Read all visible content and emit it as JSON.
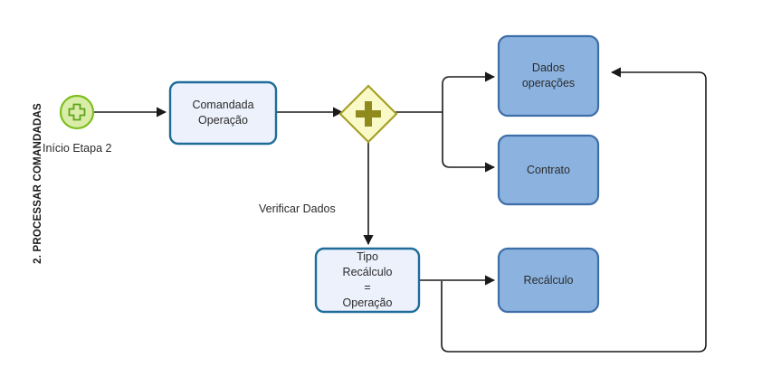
{
  "lane": {
    "title": "2. PROCESSAR COMANDADAS"
  },
  "colors": {
    "task_fill": "#EDF1FC",
    "task_border": "#1F6C99",
    "data_fill": "#8CB3E0",
    "data_border": "#3E6EA8",
    "gateway_fill": "#FAFAC8",
    "gateway_border": "#A6A028",
    "start_fill": "#D9EDA8",
    "start_border": "#7DBE1E",
    "connector": "#1a1a1a",
    "text": "#2b2b2b"
  },
  "nodes": {
    "start_event": {
      "type": "start-event",
      "icon": "plus-circle-icon",
      "label": "Início Etapa 2"
    },
    "task_comandada": {
      "type": "task",
      "line1": "Comandada",
      "line2": "Operação"
    },
    "gateway_parallel": {
      "type": "parallel-gateway",
      "icon": "plus-icon",
      "label": ""
    },
    "data_dados_operacoes": {
      "type": "data-object",
      "line1": "Dados",
      "line2": "operações"
    },
    "data_contrato": {
      "type": "data-object",
      "line1": "Contrato"
    },
    "task_tipo_recalculo": {
      "type": "task",
      "line1": "Tipo",
      "line2_left": "Recálculo",
      "line2_right": "=",
      "line3": "Operação"
    },
    "data_recalculo": {
      "type": "data-object",
      "line1": "Recálculo"
    }
  },
  "edges": {
    "verificar_dados_label": "Verificar Dados"
  }
}
